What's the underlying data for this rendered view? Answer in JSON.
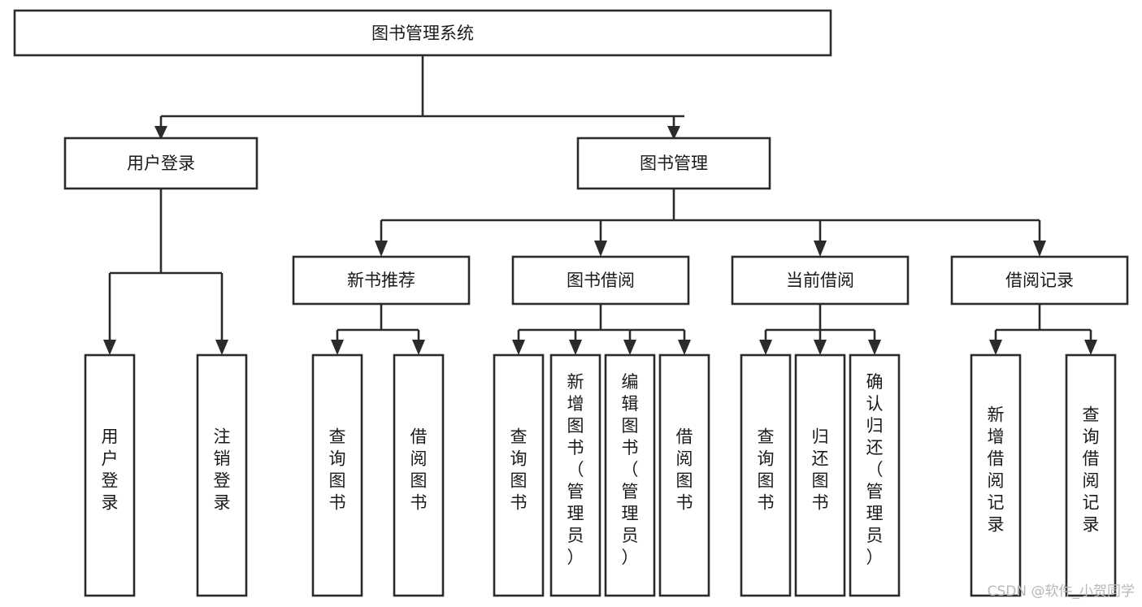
{
  "diagram": {
    "type": "hierarchy-tree",
    "title": "图书管理系统",
    "orientation": "top-down",
    "levels": 4,
    "root": {
      "id": "root",
      "label": "图书管理系统",
      "text_orientation": "horizontal"
    },
    "level1": [
      {
        "id": "user-login",
        "label": "用户登录",
        "text_orientation": "horizontal"
      },
      {
        "id": "book-manage",
        "label": "图书管理",
        "text_orientation": "horizontal"
      }
    ],
    "level2": [
      {
        "id": "new-book-rec",
        "label": "新书推荐",
        "text_orientation": "horizontal",
        "parent": "book-manage"
      },
      {
        "id": "book-borrow",
        "label": "图书借阅",
        "text_orientation": "horizontal",
        "parent": "book-manage"
      },
      {
        "id": "current-borrow",
        "label": "当前借阅",
        "text_orientation": "horizontal",
        "parent": "book-manage"
      },
      {
        "id": "borrow-record",
        "label": "借阅记录",
        "text_orientation": "horizontal",
        "parent": "book-manage"
      }
    ],
    "leaves": [
      {
        "id": "leaf-user-login",
        "label": "用户登录",
        "text_orientation": "vertical",
        "parent": "user-login"
      },
      {
        "id": "leaf-user-logout",
        "label": "注销登录",
        "text_orientation": "vertical",
        "parent": "user-login"
      },
      {
        "id": "leaf-query-book-1",
        "label": "查询图书",
        "text_orientation": "vertical",
        "parent": "new-book-rec"
      },
      {
        "id": "leaf-borrow-book-1",
        "label": "借阅图书",
        "text_orientation": "vertical",
        "parent": "new-book-rec"
      },
      {
        "id": "leaf-query-book-2",
        "label": "查询图书",
        "text_orientation": "vertical",
        "parent": "book-borrow"
      },
      {
        "id": "leaf-add-book",
        "label": "新增图书（管理员）",
        "text_orientation": "vertical",
        "parent": "book-borrow"
      },
      {
        "id": "leaf-edit-book",
        "label": "编辑图书（管理员）",
        "text_orientation": "vertical",
        "parent": "book-borrow"
      },
      {
        "id": "leaf-borrow-book-2",
        "label": "借阅图书",
        "text_orientation": "vertical",
        "parent": "book-borrow"
      },
      {
        "id": "leaf-query-book-3",
        "label": "查询图书",
        "text_orientation": "vertical",
        "parent": "current-borrow"
      },
      {
        "id": "leaf-return-book",
        "label": "归还图书",
        "text_orientation": "vertical",
        "parent": "current-borrow"
      },
      {
        "id": "leaf-confirm-return",
        "label": "确认归还（管理员）",
        "text_orientation": "vertical",
        "parent": "current-borrow"
      },
      {
        "id": "leaf-add-record",
        "label": "新增借阅记录",
        "text_orientation": "vertical",
        "parent": "borrow-record"
      },
      {
        "id": "leaf-query-record",
        "label": "查询借阅记录",
        "text_orientation": "vertical",
        "parent": "borrow-record"
      }
    ],
    "colors": {
      "box_fill": "#ffffff",
      "box_stroke": "#2b2b2b",
      "text": "#1a1a1a",
      "background": "#ffffff",
      "watermark": "#b8b8b8"
    }
  },
  "watermark": {
    "text": "CSDN @软件_小贺同学"
  }
}
